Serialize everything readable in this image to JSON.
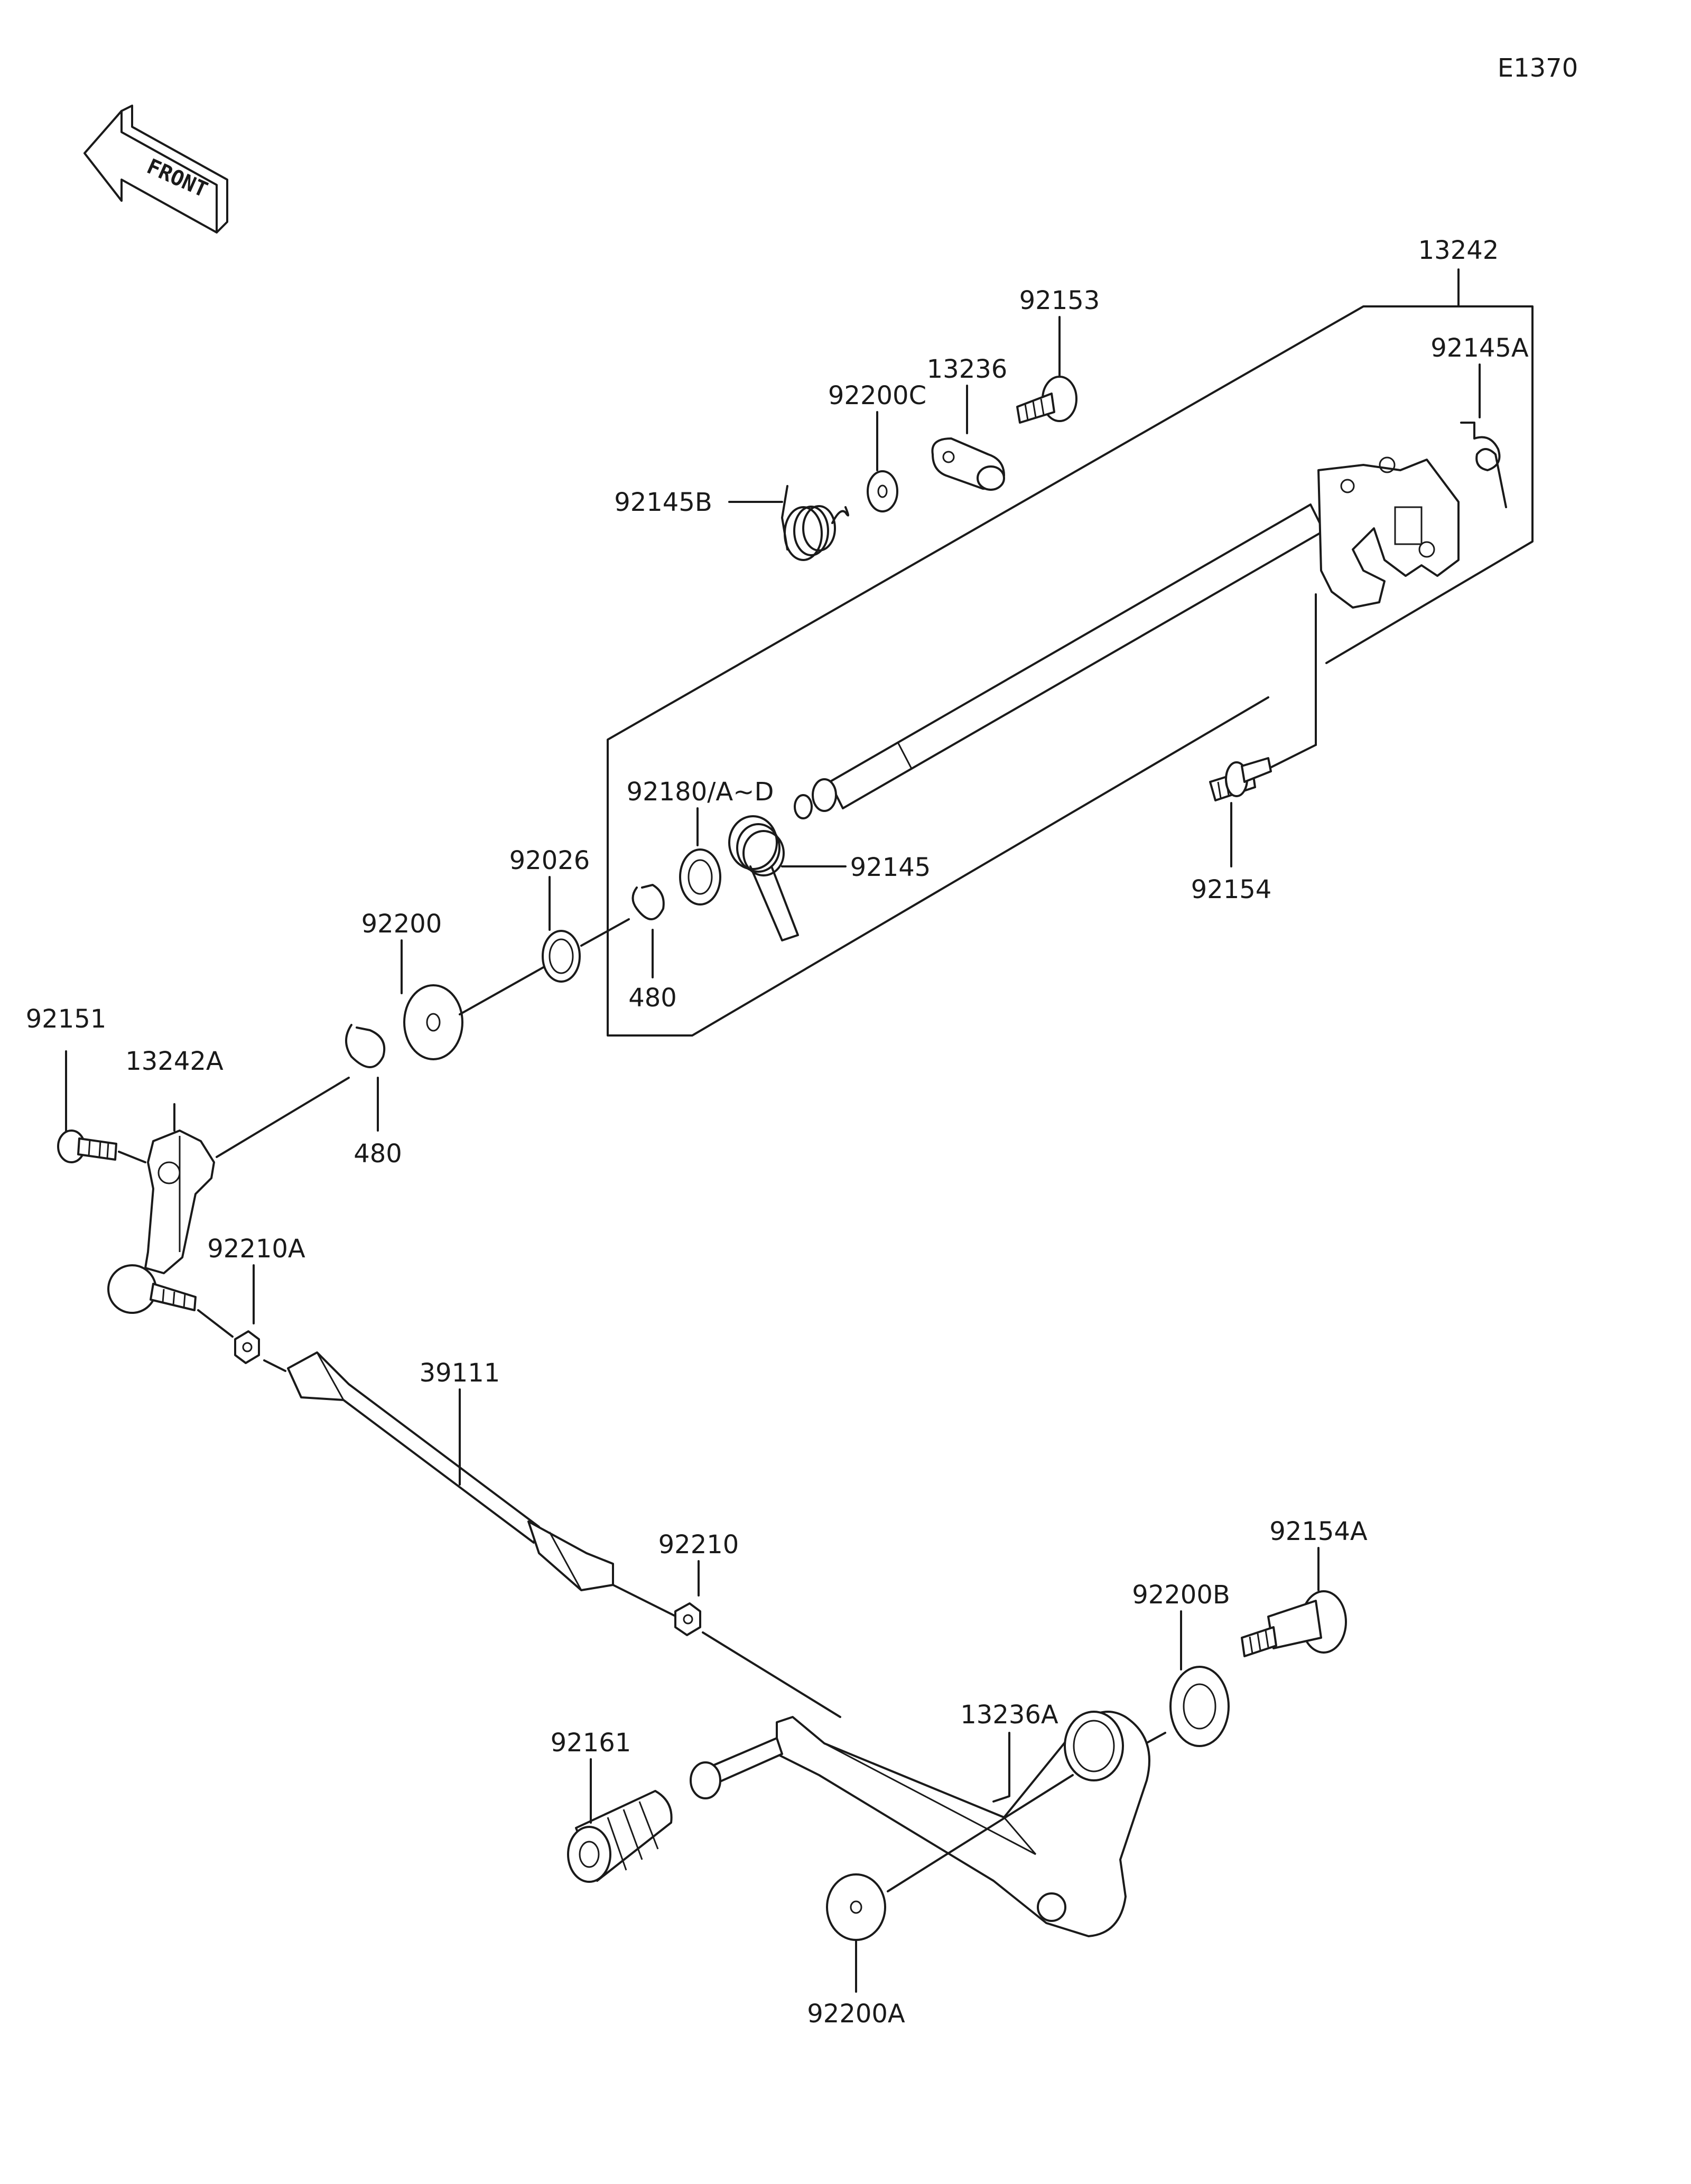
{
  "diagram_code": "E1370",
  "front_marker": "FRONT",
  "parts": {
    "p13242": "13242",
    "p92145A": "92145A",
    "p92153": "92153",
    "p13236": "13236",
    "p92200C": "92200C",
    "p92145B": "92145B",
    "p92180": "92180/A~D",
    "p92145": "92145",
    "p92154": "92154",
    "p92026": "92026",
    "p480_upper": "480",
    "p92200": "92200",
    "p92151": "92151",
    "p13242A": "13242A",
    "p480_lower": "480",
    "p92210A": "92210A",
    "p39111": "39111",
    "p92210": "92210",
    "p92154A": "92154A",
    "p92200B": "92200B",
    "p13236A": "13236A",
    "p92161": "92161",
    "p92200A": "92200A"
  },
  "colors": {
    "line": "#1a1a1a",
    "background": "#ffffff"
  }
}
